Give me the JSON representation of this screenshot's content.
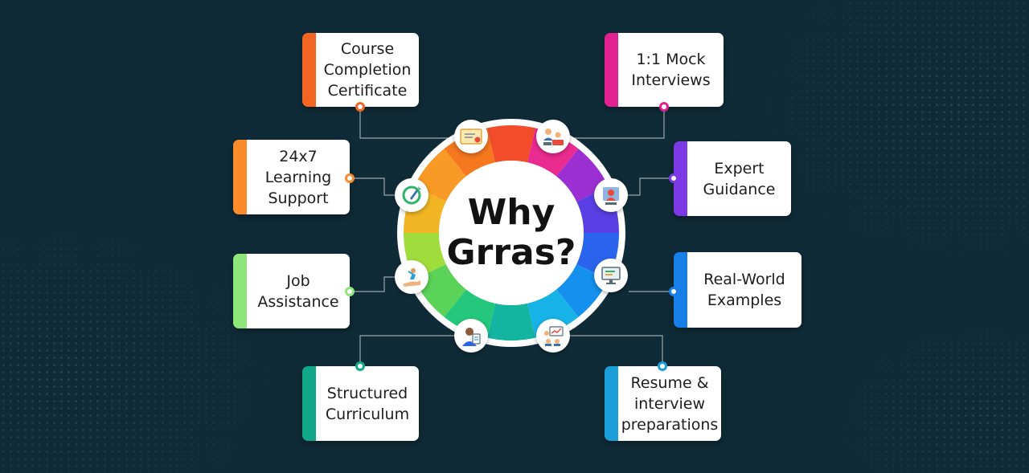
{
  "title": {
    "line1": "Why",
    "line2": "Grras?"
  },
  "colors": {
    "background": "#0f2b38",
    "connector": "#9aa7ad"
  },
  "features": [
    {
      "label": "Course\nCompletion\nCertificate",
      "color": "#f26522",
      "icon": "certificate-icon"
    },
    {
      "label": "1:1 Mock\nInterviews",
      "color": "#e1218f",
      "icon": "mock-interview-icon"
    },
    {
      "label": "24x7\nLearning\nSupport",
      "color": "#fb8c2c",
      "icon": "learning-support-icon"
    },
    {
      "label": "Expert\nGuidance",
      "color": "#7b39e6",
      "icon": "expert-guidance-icon"
    },
    {
      "label": "Job\nAssistance",
      "color": "#8ee67a",
      "icon": "job-assistance-icon"
    },
    {
      "label": "Real-World\nExamples",
      "color": "#1680e8",
      "icon": "real-world-examples-icon"
    },
    {
      "label": "Structured\nCurriculum",
      "color": "#10a889",
      "icon": "structured-curriculum-icon"
    },
    {
      "label": "Resume &\ninterview\npreparations",
      "color": "#1b9fd8",
      "icon": "resume-interview-icon"
    }
  ],
  "wheel_segments": [
    "#f5781f",
    "#f24c2a",
    "#ea2b8f",
    "#9b2fd2",
    "#5a3fe4",
    "#2a64ec",
    "#1590ee",
    "#17b3e6",
    "#14b5a0",
    "#25c77c",
    "#5ad358",
    "#a0dc3c",
    "#f2b625",
    "#f99a26"
  ]
}
